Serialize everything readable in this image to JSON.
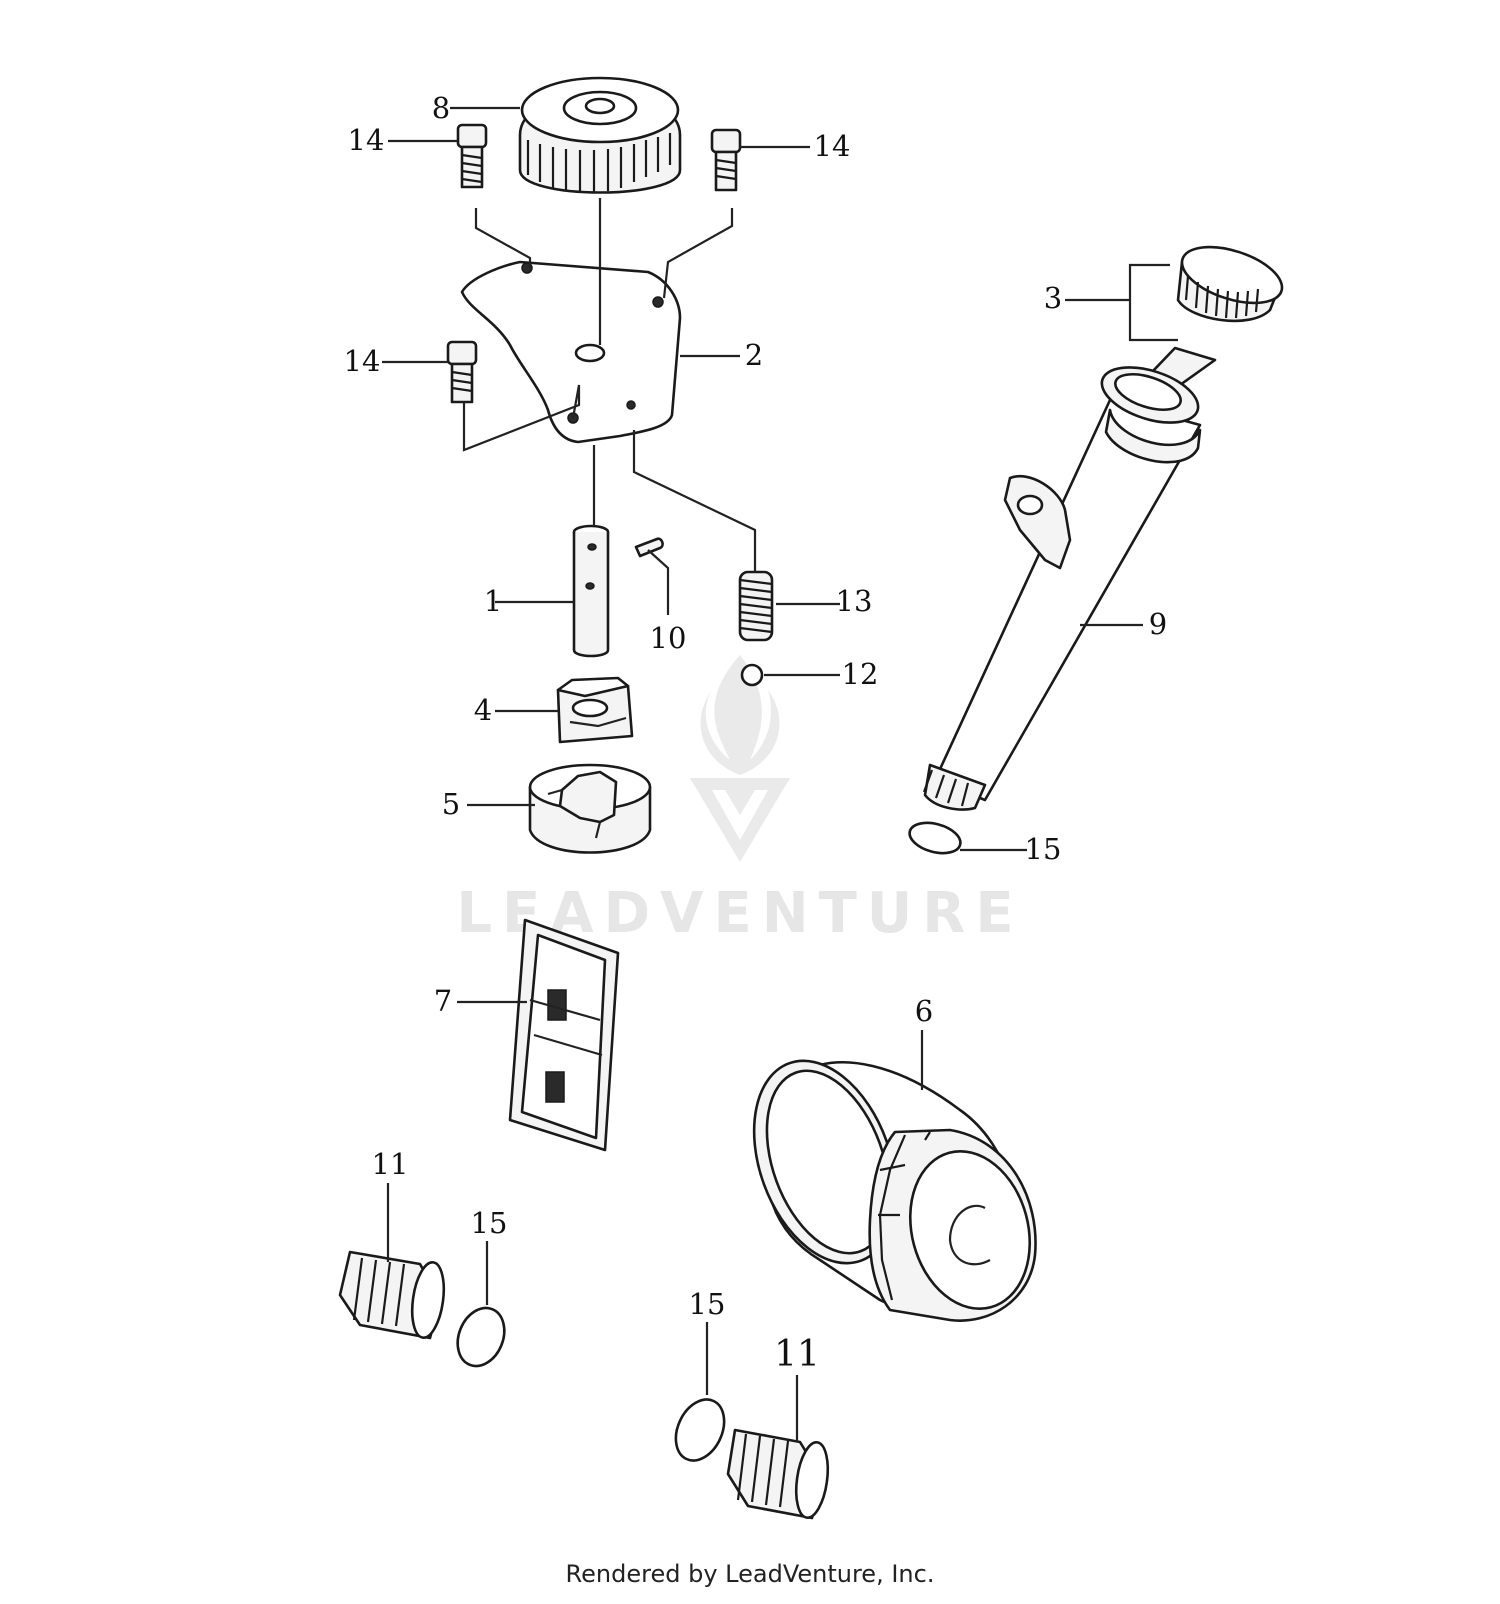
{
  "watermark": {
    "text": "LEADVENTURE"
  },
  "footer": {
    "text": "Rendered by LeadVenture, Inc."
  },
  "callouts": {
    "c1": "1",
    "c2": "2",
    "c3": "3",
    "c4": "4",
    "c5": "5",
    "c6": "6",
    "c7": "7",
    "c8": "8",
    "c9": "9",
    "c10": "10",
    "c11a": "11",
    "c11b": "11",
    "c12": "12",
    "c13": "13",
    "c14a": "14",
    "c14b": "14",
    "c14c": "14",
    "c15a": "15",
    "c15b": "15",
    "c15c": "15"
  }
}
